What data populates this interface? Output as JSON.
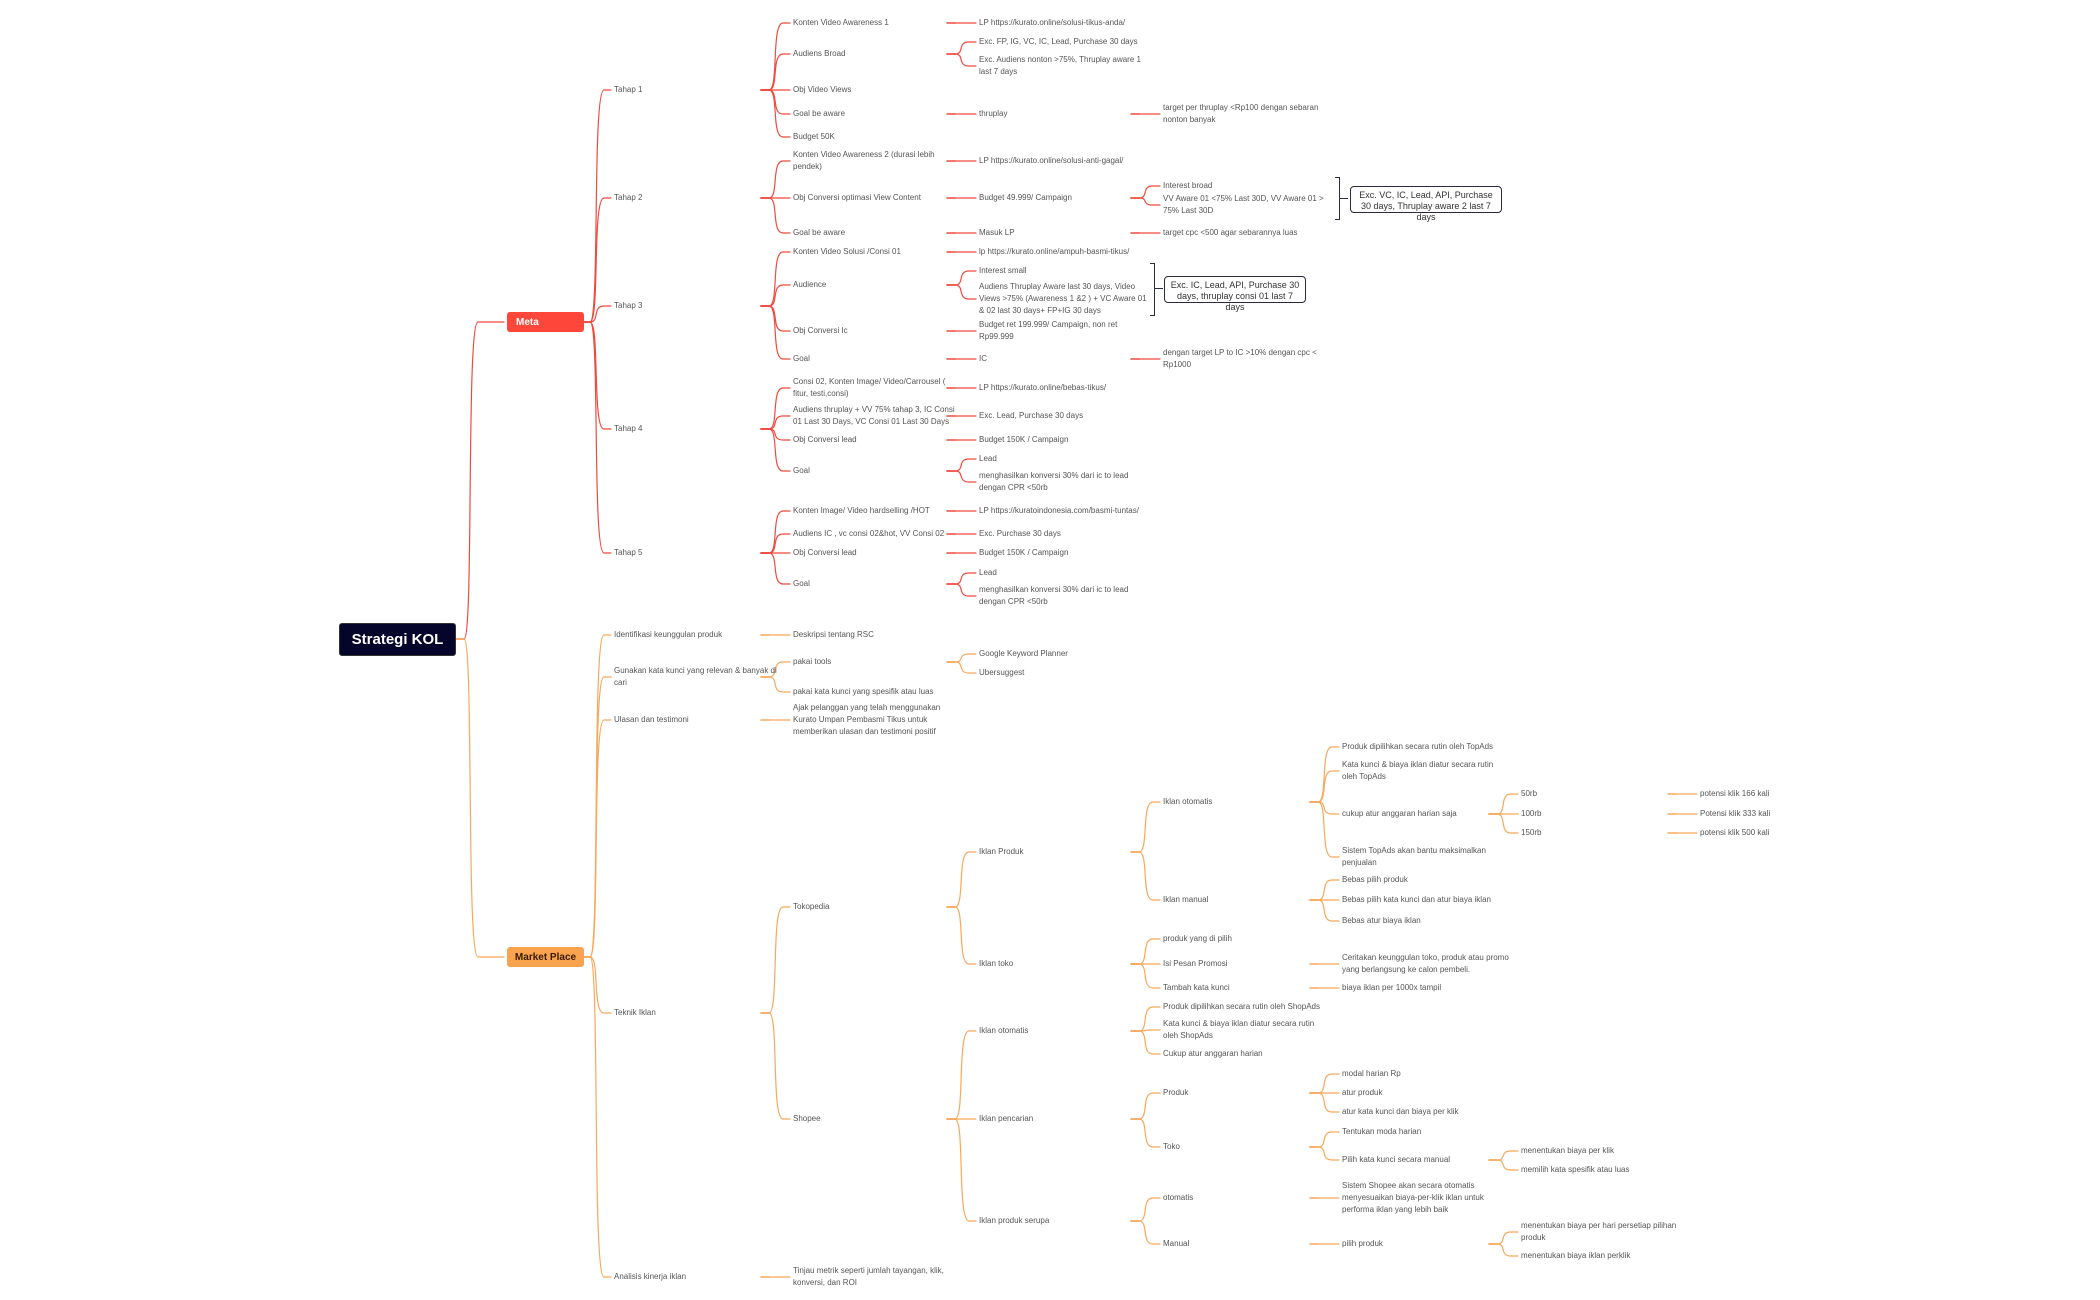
{
  "colors": {
    "meta": "#ff463b",
    "market_place": "#f9a34e",
    "root": "#05052b",
    "meta_line": "#f04a3e",
    "market_line": "#f7a85c"
  },
  "callouts": {
    "tahap2": "Exc. VC, IC, Lead, API, Purchase 30 days, Thruplay aware 2 last 7 days",
    "tahap3": "Exc. IC, Lead, API, Purchase 30 days, thruplay consi 01 last 7 days"
  },
  "tree": {
    "label": "Strategi KOL",
    "children": [
      {
        "label": "Meta",
        "children": [
          {
            "label": "Tahap 1",
            "children": [
              {
                "label": "Konten Video Awareness 1",
                "children": [
                  {
                    "label": "LP https://kurato.online/solusi-tikus-anda/"
                  }
                ]
              },
              {
                "label": "Audiens Broad",
                "children": [
                  {
                    "label": "Exc. FP, IG, VC, IC, Lead, Purchase 30 days"
                  },
                  {
                    "label": "Exc. Audiens nonton >75%, Thruplay aware 1 last 7 days"
                  }
                ]
              },
              {
                "label": "Obj Video Views"
              },
              {
                "label": "Goal be aware",
                "children": [
                  {
                    "label": "thruplay",
                    "children": [
                      {
                        "label": "target per thruplay <Rp100 dengan sebaran nonton banyak"
                      }
                    ]
                  }
                ]
              },
              {
                "label": "Budget 50K"
              }
            ]
          },
          {
            "label": "Tahap 2",
            "children": [
              {
                "label": "Konten Video Awareness 2 (durasi lebih pendek)",
                "children": [
                  {
                    "label": "LP https://kurato.online/solusi-anti-gagal/"
                  }
                ]
              },
              {
                "label": "Obj Conversi optimasi View Content",
                "children": [
                  {
                    "label": "Budget 49.999/ Campaign",
                    "children": [
                      {
                        "label": "Interest broad"
                      },
                      {
                        "label": "VV Aware 01 <75% Last 30D, VV Aware 01 > 75% Last 30D"
                      }
                    ]
                  }
                ]
              },
              {
                "label": "Goal  be aware",
                "children": [
                  {
                    "label": "Masuk LP",
                    "children": [
                      {
                        "label": "target cpc <500 agar sebarannya luas"
                      }
                    ]
                  }
                ]
              }
            ]
          },
          {
            "label": "Tahap 3",
            "children": [
              {
                "label": "Konten Video Solusi /Consi 01",
                "children": [
                  {
                    "label": "lp https://kurato.online/ampuh-basmi-tikus/"
                  }
                ]
              },
              {
                "label": "Audience",
                "children": [
                  {
                    "label": "Interest small"
                  },
                  {
                    "label": "Audiens Thruplay Aware last 30 days, Video Views >75% (Awareness 1 &2 ) + VC Aware 01 & 02 last 30 days+ FP+IG 30 days"
                  }
                ]
              },
              {
                "label": "Obj Conversi Ic",
                "children": [
                  {
                    "label": "Budget ret 199.999/ Campaign, non ret Rp99.999"
                  }
                ]
              },
              {
                "label": "Goal",
                "children": [
                  {
                    "label": "IC",
                    "children": [
                      {
                        "label": "dengan target LP to IC >10% dengan cpc < Rp1000"
                      }
                    ]
                  }
                ]
              }
            ]
          },
          {
            "label": "Tahap 4",
            "children": [
              {
                "label": "Consi 02, Konten Image/ Video/Carrousel ( fitur, testi,consi)",
                "children": [
                  {
                    "label": "LP https://kurato.online/bebas-tikus/"
                  }
                ]
              },
              {
                "label": "Audiens thruplay + VV 75% tahap 3, IC Consi 01 Last 30 Days, VC Consi 01 Last 30 Days",
                "children": [
                  {
                    "label": "Exc. Lead, Purchase 30 days"
                  }
                ]
              },
              {
                "label": "Obj Conversi lead",
                "children": [
                  {
                    "label": "Budget 150K / Campaign"
                  }
                ]
              },
              {
                "label": "Goal",
                "children": [
                  {
                    "label": "Lead"
                  },
                  {
                    "label": "menghasilkan konversi 30% dari ic to lead dengan CPR <50rb"
                  }
                ]
              }
            ]
          },
          {
            "label": "Tahap 5",
            "children": [
              {
                "label": "Konten Image/ Video hardselling /HOT",
                "children": [
                  {
                    "label": "LP https://kuratoindonesia.com/basmi-tuntas/"
                  }
                ]
              },
              {
                "label": "Audiens IC , vc consi 02&hot, VV Consi 02",
                "children": [
                  {
                    "label": "Exc. Purchase 30 days"
                  }
                ]
              },
              {
                "label": "Obj Conversi lead",
                "children": [
                  {
                    "label": "Budget 150K / Campaign"
                  }
                ]
              },
              {
                "label": "Goal",
                "children": [
                  {
                    "label": "Lead"
                  },
                  {
                    "label": "menghasilkan konversi 30% dari ic to lead dengan CPR <50rb"
                  }
                ]
              }
            ]
          }
        ]
      },
      {
        "label": "Market Place",
        "children": [
          {
            "label": "Identifikasi keunggulan produk",
            "children": [
              {
                "label": "Deskripsi tentang RSC"
              }
            ]
          },
          {
            "label": "Gunakan kata kunci yang relevan & banyak di cari",
            "children": [
              {
                "label": "pakai tools",
                "children": [
                  {
                    "label": "Google Keyword Planner"
                  },
                  {
                    "label": "Ubersuggest"
                  }
                ]
              },
              {
                "label": "pakai kata kunci yang spesifik atau luas"
              }
            ]
          },
          {
            "label": "Ulasan dan testimoni",
            "children": [
              {
                "label": "Ajak pelanggan yang telah menggunakan Kurato Umpan Pembasmi Tikus untuk memberikan ulasan dan testimoni positif"
              }
            ]
          },
          {
            "label": "Teknik Iklan",
            "children": [
              {
                "label": "Tokopedia",
                "children": [
                  {
                    "label": "Iklan Produk",
                    "children": [
                      {
                        "label": "Iklan otomatis",
                        "children": [
                          {
                            "label": "Produk dipilihkan secara rutin oleh TopAds"
                          },
                          {
                            "label": "Kata kunci & biaya iklan diatur secara rutin oleh TopAds"
                          },
                          {
                            "label": "cukup atur anggaran harian saja",
                            "children": [
                              {
                                "label": "50rb",
                                "children": [
                                  {
                                    "label": "potensi klik 166 kali"
                                  }
                                ]
                              },
                              {
                                "label": "100rb",
                                "children": [
                                  {
                                    "label": "Potensi klik 333 kali"
                                  }
                                ]
                              },
                              {
                                "label": "150rb",
                                "children": [
                                  {
                                    "label": "potensi klik 500 kali"
                                  }
                                ]
                              }
                            ]
                          },
                          {
                            "label": "Sistem TopAds akan bantu maksimalkan penjualan"
                          }
                        ]
                      },
                      {
                        "label": "Iklan manual",
                        "children": [
                          {
                            "label": "Bebas pilih produk"
                          },
                          {
                            "label": "Bebas pilih kata kunci dan atur biaya iklan"
                          },
                          {
                            "label": "Bebas atur biaya iklan"
                          }
                        ]
                      }
                    ]
                  },
                  {
                    "label": "Iklan toko",
                    "children": [
                      {
                        "label": "produk yang di pilih"
                      },
                      {
                        "label": "Isi Pesan Promosi",
                        "children": [
                          {
                            "label": "Ceritakan keunggulan toko, produk atau promo yang berlangsung ke calon pembeli."
                          }
                        ]
                      },
                      {
                        "label": "Tambah kata kunci",
                        "children": [
                          {
                            "label": "biaya iklan per 1000x tampil"
                          }
                        ]
                      }
                    ]
                  }
                ]
              },
              {
                "label": "Shopee",
                "children": [
                  {
                    "label": "Iklan otomatis",
                    "children": [
                      {
                        "label": "Produk dipilihkan secara rutin oleh ShopAds"
                      },
                      {
                        "label": "Kata kunci & biaya iklan diatur secara rutin oleh ShopAds"
                      },
                      {
                        "label": "Cukup atur anggaran harian"
                      }
                    ]
                  },
                  {
                    "label": "Iklan pencarian",
                    "children": [
                      {
                        "label": "Produk",
                        "children": [
                          {
                            "label": "modal harian Rp"
                          },
                          {
                            "label": "atur produk"
                          },
                          {
                            "label": "atur kata kunci dan biaya per klik"
                          }
                        ]
                      },
                      {
                        "label": "Toko",
                        "children": [
                          {
                            "label": "Tentukan moda harian"
                          },
                          {
                            "label": "Pilih kata kunci secara manual",
                            "children": [
                              {
                                "label": "menentukan biaya per klik"
                              },
                              {
                                "label": "memilih kata spesifik atau luas"
                              }
                            ]
                          }
                        ]
                      }
                    ]
                  },
                  {
                    "label": "Iklan produk serupa",
                    "children": [
                      {
                        "label": "otomatis",
                        "children": [
                          {
                            "label": "Sistem Shopee akan secara otomatis menyesuaikan biaya-per-klik iklan untuk performa iklan yang lebih baik"
                          }
                        ]
                      },
                      {
                        "label": "Manual",
                        "children": [
                          {
                            "label": "pilih produk",
                            "children": [
                              {
                                "label": "menentukan biaya per hari persetiap pilihan produk"
                              },
                              {
                                "label": "menentukan biaya iklan perklik"
                              }
                            ]
                          }
                        ]
                      }
                    ]
                  }
                ]
              }
            ]
          },
          {
            "label": "Analisis kinerja iklan",
            "children": [
              {
                "label": "Tinjau metrik seperti jumlah tayangan, klik, konversi, dan ROI"
              }
            ]
          }
        ]
      }
    ]
  }
}
